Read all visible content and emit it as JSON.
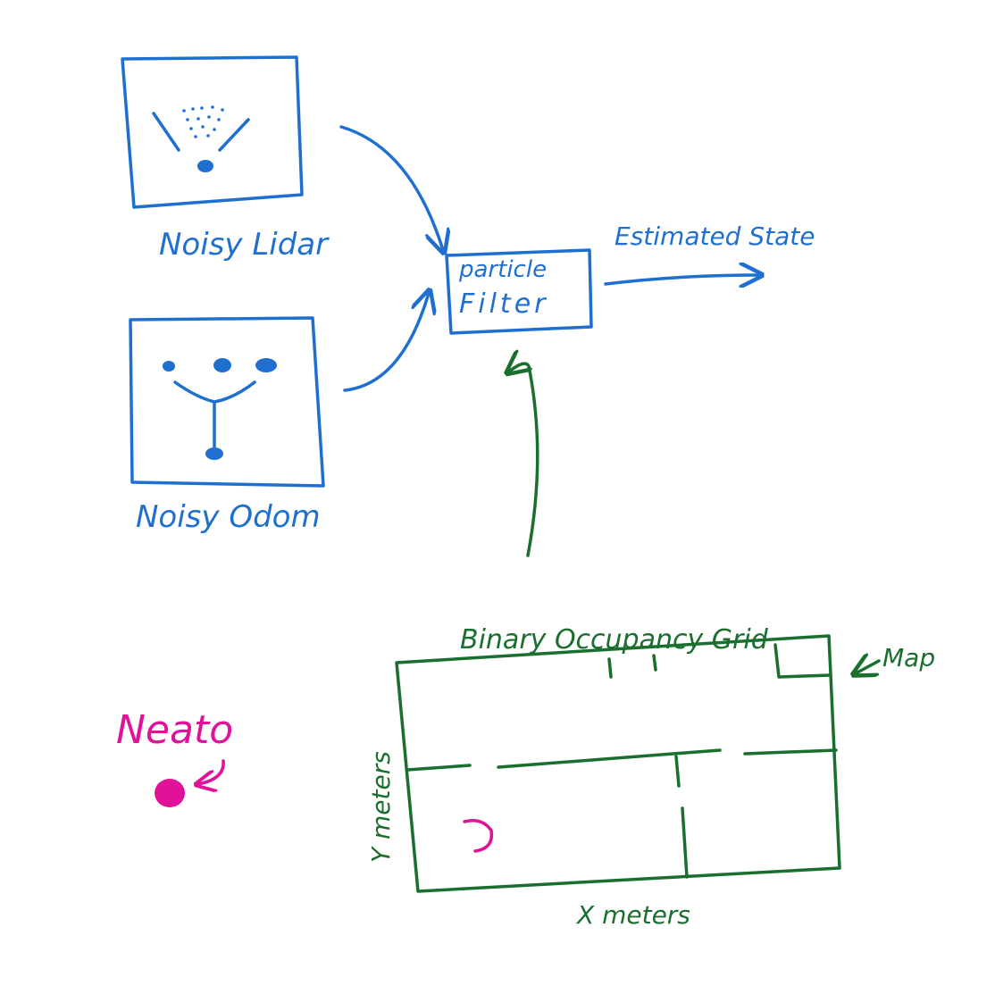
{
  "colors": {
    "sensor_blue": "#1f6fd1",
    "map_green": "#1a6e2e",
    "robot_magenta": "#e0129a"
  },
  "lidar": {
    "label": "Noisy Lidar"
  },
  "odom": {
    "label": "Noisy Odom"
  },
  "filter": {
    "line1": "particle",
    "line2": "Filter"
  },
  "output": {
    "label": "Estimated State"
  },
  "map": {
    "title": "Binary Occupancy Grid",
    "callout": "Map",
    "x_label": "X   meters",
    "y_label": "Y meters"
  },
  "robot": {
    "label": "Neato"
  }
}
